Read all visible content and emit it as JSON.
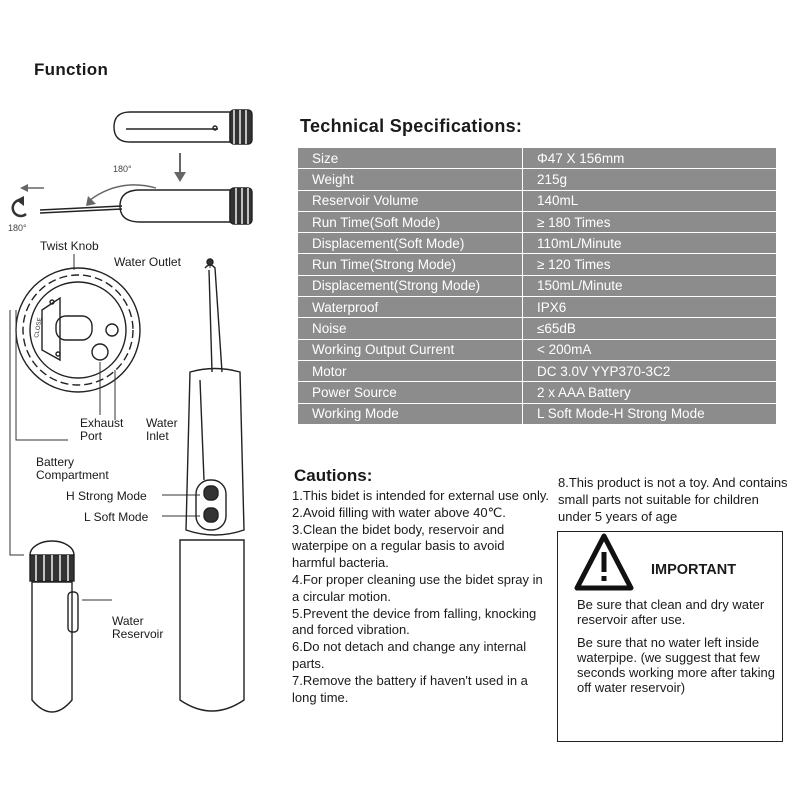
{
  "function_title": "Function",
  "spec_title": "Technical Specifications:",
  "specs": [
    {
      "key": "Size",
      "value": "Φ47 X 156mm"
    },
    {
      "key": "Weight",
      "value": "215g"
    },
    {
      "key": "Reservoir Volume",
      "value": "140mL"
    },
    {
      "key": "Run Time(Soft Mode)",
      "value": "≥ 180  Times"
    },
    {
      "key": "Displacement(Soft Mode)",
      "value": "110mL/Minute"
    },
    {
      "key": "Run Time(Strong Mode)",
      "value": "≥ 120 Times"
    },
    {
      "key": "Displacement(Strong Mode)",
      "value": "150mL/Minute"
    },
    {
      "key": "Waterproof",
      "value": "IPX6"
    },
    {
      "key": "Noise",
      "value": "≤65dB"
    },
    {
      "key": "Working Output Current",
      "value": "< 200mA"
    },
    {
      "key": "Motor",
      "value": "DC 3.0V  YYP370-3C2"
    },
    {
      "key": "Power Source",
      "value": "2 x AAA Battery"
    },
    {
      "key": "Working Mode",
      "value": "L Soft Mode-H Strong Mode"
    }
  ],
  "cautions_title": "Cautions:",
  "cautions": [
    "1.This bidet is intended for external use only.",
    "2.Avoid filling with water above 40℃.",
    "3.Clean the bidet body, reservoir and waterpipe on a regular basis to avoid harmful bacteria.",
    "4.For proper cleaning use the bidet spray in a circular motion.",
    "5.Prevent the device from falling, knocking and forced vibration.",
    "6.Do not detach and change any internal parts.",
    "7.Remove the battery if haven't used in a long time."
  ],
  "note8": "8.This product is not a toy. And contains small parts not suitable for children under 5 years of age",
  "important": {
    "label": "IMPORTANT",
    "text1": "Be sure that clean and dry water reservoir after use.",
    "text2": "Be sure that no water left inside waterpipe. (we suggest that few seconds working more after taking off water reservoir)"
  },
  "diagram_labels": {
    "rotate_top": "180°",
    "rotate_left": "180°",
    "twist_knob": "Twist Knob",
    "water_outlet": "Water Outlet",
    "exhaust_port": "Exhaust Port",
    "water_inlet": "Water Inlet",
    "battery_compartment": "Battery Compartment",
    "strong_mode": "H  Strong Mode",
    "soft_mode": "L  Soft Mode",
    "water_reservoir": "Water Reservoir",
    "knob_mark": "CLOSE"
  },
  "colors": {
    "table_bg": "#8c8c8c",
    "line": "#222222"
  }
}
